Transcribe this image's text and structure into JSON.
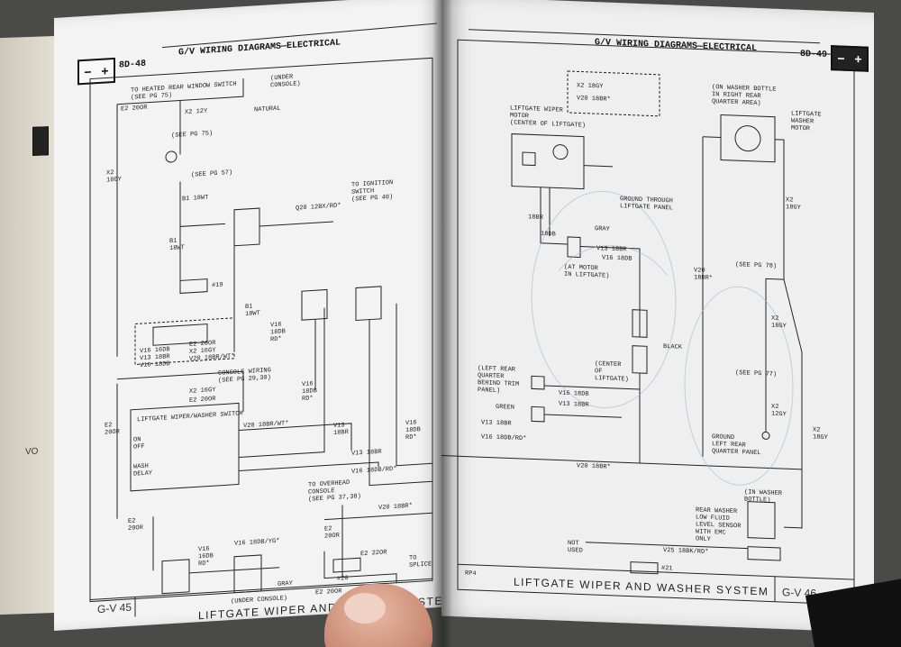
{
  "left_page": {
    "page_number": "8D-48",
    "header": "G/V WIRING DIAGRAMS—ELECTRICAL",
    "footer_code": "G-V  45",
    "footer_title": "LIFTGATE WIPER AND WASHER SYSTEM",
    "labels": {
      "heated_rear": "TO HEATED REAR WINDOW SWITCH\n(SEE PG 75)",
      "under_console_top": "(UNDER\nCONSOLE)",
      "natural": "NATURAL",
      "e2_200r_top": "E2 20OR",
      "x2_12y": "X2 12Y",
      "see_pg75": "(SEE PG 75)",
      "x2_18gy": "X2\n18GY",
      "see_pg57": "(SEE PG 57)",
      "b1_18wt": "B1 18WT",
      "q20": "Q20 12BX/RD*",
      "to_ignition": "TO IGNITION\nSWITCH\n(SEE PG 40)",
      "b1_18wt_side": "B1\n18WT",
      "x19": "#19",
      "b1_18wt_low": "B1\n18WT",
      "v16_rd": "V16\n18DB\nRD*",
      "connector_list": "V16 16DB\nV13 18BR\nV16 18DB",
      "e2_x2_v20": "E2 20OR\nX2 16GY\nV20 18BR/WT*",
      "console_wiring": "CONSOLE WIRING\n(SEE PG 29,30)",
      "x2_16gy": "X2 16GY",
      "e2_20or_mid": "E2 20OR",
      "liftgate_switch": "LIFTGATE WIPER/WASHER SWITCH",
      "on_off": "ON\nOFF",
      "wash_delay": "WASH\nDELAY",
      "v20_line": "V20 18BR/WT*",
      "v13_18br": "V13\n18BR",
      "v16_mid": "V16\n18DB\nRD*",
      "v16_right": "V16\n18DB\nRD*",
      "e2_200r_left": "E2\n20OR",
      "e2_bottom": "E2\n20OR",
      "to_overhead": "TO OVERHEAD\nCONSOLE\n(SEE PG 37,38)",
      "e2_20or_v": "E2\n20OR",
      "v16_18db_yg": "V16 18DB/YG*",
      "v20_right": "V20 18BR*",
      "v13_low": "V13 18BR",
      "v16_18db_rd": "V16 18DB/RD*",
      "e2_22or": "E2 22OR",
      "to_splice": "TO\nSPLICE",
      "v16_bottom": "V16\n16DB\nRD*",
      "under_console_bot": "(UNDER CONSOLE)",
      "gray": "GRAY",
      "e2_20or_bot": "E2 20OR",
      "x20": "#20"
    }
  },
  "right_page": {
    "page_number": "8D-49",
    "header": "G/V WIRING DIAGRAMS—ELECTRICAL",
    "footer_code": "G-V  46",
    "footer_rp": "RP4",
    "footer_title": "LIFTGATE WIPER AND WASHER SYSTEM",
    "labels": {
      "x2_dash": "X2 18GY",
      "v20_dash": "V20 18BR*",
      "wiper_motor": "LIFTGATE WIPER\nMOTOR\n(CENTER OF LIFTGATE)",
      "on_washer_bottle": "(ON WASHER BOTTLE\nIN RIGHT REAR\nQUARTER AREA)",
      "liftgate_washer_motor": "LIFTGATE\nWASHER\nMOTOR",
      "ground_through": "GROUND THROUGH\nLIFTGATE PANEL",
      "x2_18gy_r": "X2\n18GY",
      "br_18": "18BR",
      "db_18": "18DB",
      "gray": "GRAY",
      "v13_18br": "V13 18BR",
      "v16_18db": "V16 18DB",
      "at_motor": "(AT MOTOR\nIN LIFTGATE)",
      "see_pg78": "(SEE PG 78)",
      "v20_18br": "V20\n18BR*",
      "x2_18gy_mid": "X2\n18GY",
      "black": "BLACK",
      "center_of_liftgate": "(CENTER\nOF\nLIFTGATE)",
      "see_pg77": "(SEE PG 77)",
      "left_rear_quarter": "(LEFT REAR\nQUARTER\nBEHIND TRIM\nPANEL)",
      "v16_18db_b": "V16 18DB",
      "v13_18br_b": "V13 18BR",
      "green": "GREEN",
      "v13_18br_c": "V13 18BR",
      "v16_18db_rd": "V16 18DB/RD*",
      "x2_12gy": "X2\n12GY",
      "ground_left_rear": "GROUND\nLEFT REAR\nQUARTER PANEL",
      "x2_18gy_far": "X2\n18GY",
      "v20_18br_b": "V20 18BR*",
      "in_washer_bottle": "(IN WASHER\nBOTTLE)",
      "rear_washer_sensor": "REAR WASHER\nLOW FLUID\nLEVEL SENSOR\nWITH EMC\nONLY",
      "not_used": "NOT\nUSED",
      "v25": "V25 18BK/RD*",
      "x21": "#21"
    }
  }
}
